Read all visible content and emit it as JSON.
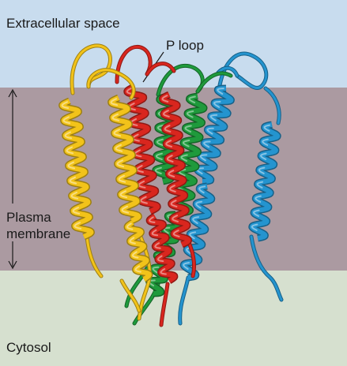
{
  "labels": {
    "extracellular": "Extracellular space",
    "p_loop": "P loop",
    "plasma_line1": "Plasma",
    "plasma_line2": "membrane",
    "cytosol": "Cytosol"
  },
  "colors": {
    "extracellular_band": "#c8dcee",
    "membrane_band": "#ab9aa1",
    "cytosol_band": "#d6e0cf",
    "subunit_yellow": "#f2c31a",
    "subunit_red": "#d9261e",
    "subunit_green": "#1f9a3c",
    "subunit_blue": "#2494cf"
  },
  "subunits": [
    "yellow",
    "red",
    "green",
    "blue"
  ]
}
